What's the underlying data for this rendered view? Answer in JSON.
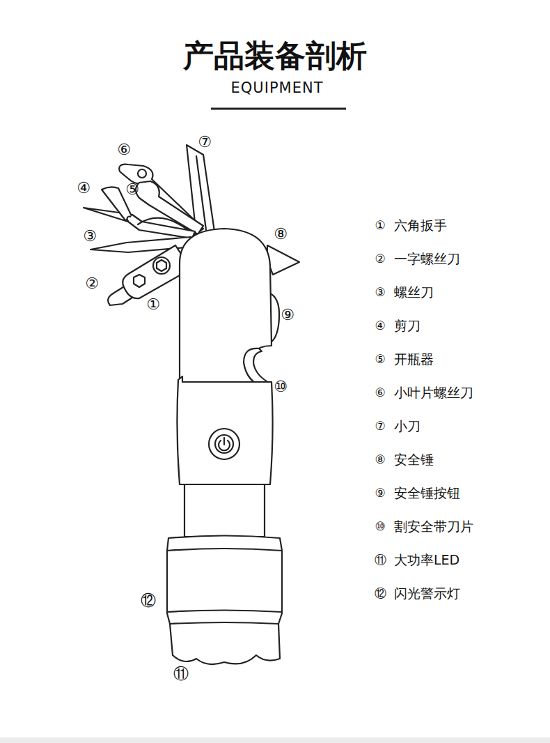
{
  "diagram": {
    "title": "产品装备剖析",
    "labels": [
      "EQUIPMENT",
      "⑦",
      "⑥",
      "④",
      "⑤",
      "⑧",
      "③",
      "②",
      "①",
      "⑨",
      "⑩",
      "⑫",
      "⑪",
      "①",
      "六角扳手",
      "②",
      "一字螺丝刀",
      "③",
      "螺丝刀",
      "④",
      "剪刀",
      "⑤",
      "开瓶器",
      "⑥",
      "小叶片螺丝刀",
      "⑦",
      "小刀",
      "⑧",
      "安全锤",
      "⑨",
      "安全锤按钮",
      "⑩",
      "割安全带刀片",
      "⑪",
      "大功率LED",
      "⑫",
      "闪光警示灯"
    ]
  }
}
